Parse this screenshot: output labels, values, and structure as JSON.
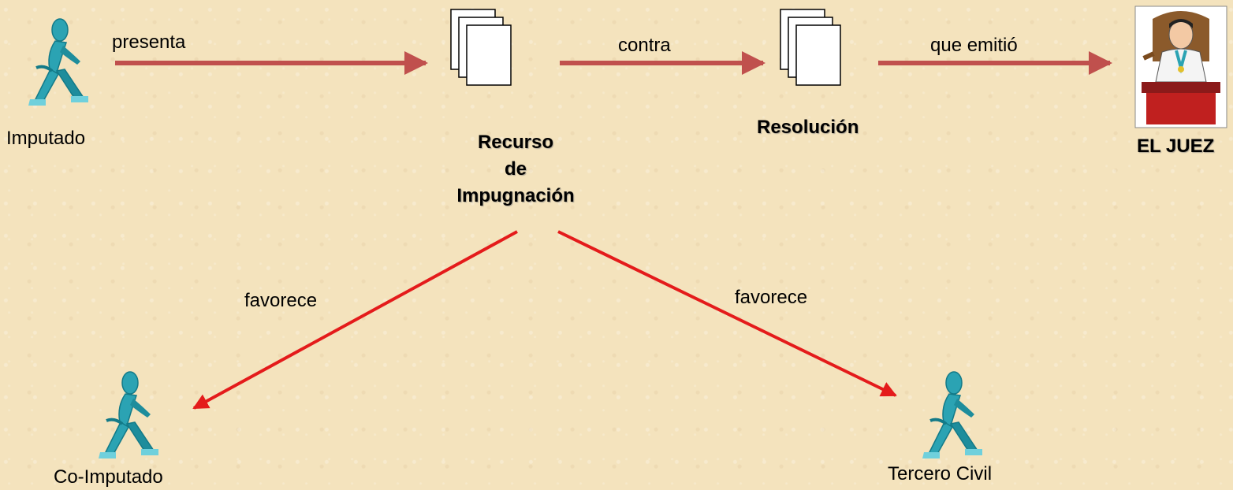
{
  "colors": {
    "background": "#f4e3bd",
    "arrow_top": "#c0504d",
    "arrow_diag": "#e41b1b",
    "figure": "#2ba3b3",
    "desk": "#c0201f"
  },
  "nodes": {
    "imputado": "Imputado",
    "recurso": [
      "Recurso",
      "de",
      "Impugnación"
    ],
    "resolucion": "Resolución",
    "juez": "EL JUEZ",
    "co_imputado": "Co-Imputado",
    "tercero_civil": "Tercero Civil"
  },
  "edges": {
    "presenta": "presenta",
    "contra": "contra",
    "que_emitio": "que emitió",
    "favorece_left": "favorece",
    "favorece_right": "favorece"
  },
  "icons": [
    "walking-person-icon",
    "document-stack-icon",
    "judge-icon"
  ]
}
